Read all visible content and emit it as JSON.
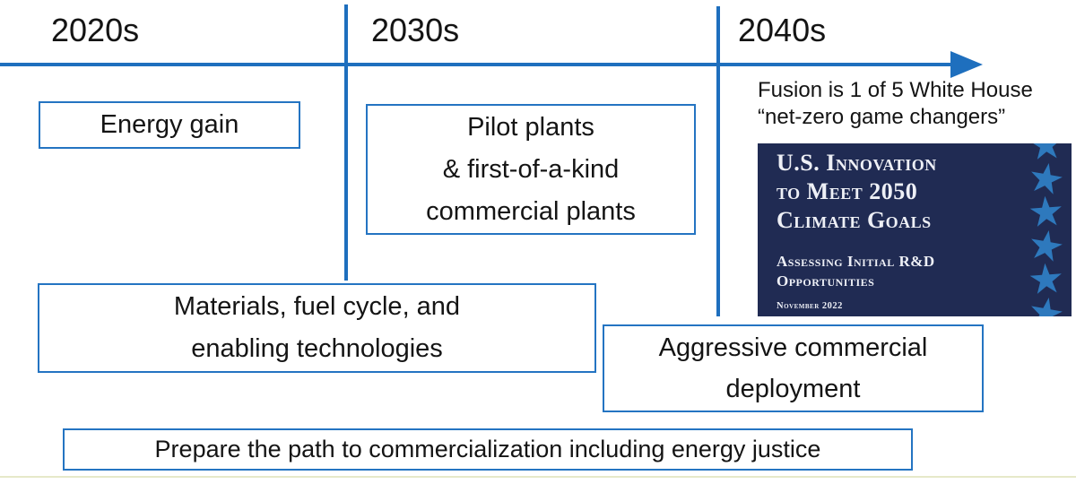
{
  "timeline": {
    "decades": [
      "2020s",
      "2030s",
      "2040s"
    ]
  },
  "boxes": {
    "energy_gain": "Energy gain",
    "pilot_lines": [
      "Pilot plants",
      "& first-of-a-kind",
      "commercial plants"
    ],
    "materials_lines": [
      "Materials, fuel cycle, and",
      "enabling technologies"
    ],
    "aggressive_lines": [
      "Aggressive commercial",
      "deployment"
    ],
    "prepare": "Prepare the path to commercialization including energy justice"
  },
  "annotation_lines": [
    "Fusion is 1 of 5 White House",
    "“net-zero game changers”"
  ],
  "report_cover": {
    "title_lines": [
      "U.S. Innovation",
      "to Meet 2050",
      "Climate Goals"
    ],
    "subtitle_lines": [
      "Assessing Initial R&D",
      "Opportunities"
    ],
    "date": "November 2022"
  },
  "icons": {
    "star_glyph": "★"
  },
  "colors": {
    "timeline_blue": "#1e6fbe",
    "box_border_blue": "#2474c2",
    "cover_background": "#202b53",
    "cover_star_blue": "#2e79bd",
    "cover_text": "#eef0f6",
    "body_text": "#141414",
    "bottom_rule": "#e6e9c9"
  }
}
